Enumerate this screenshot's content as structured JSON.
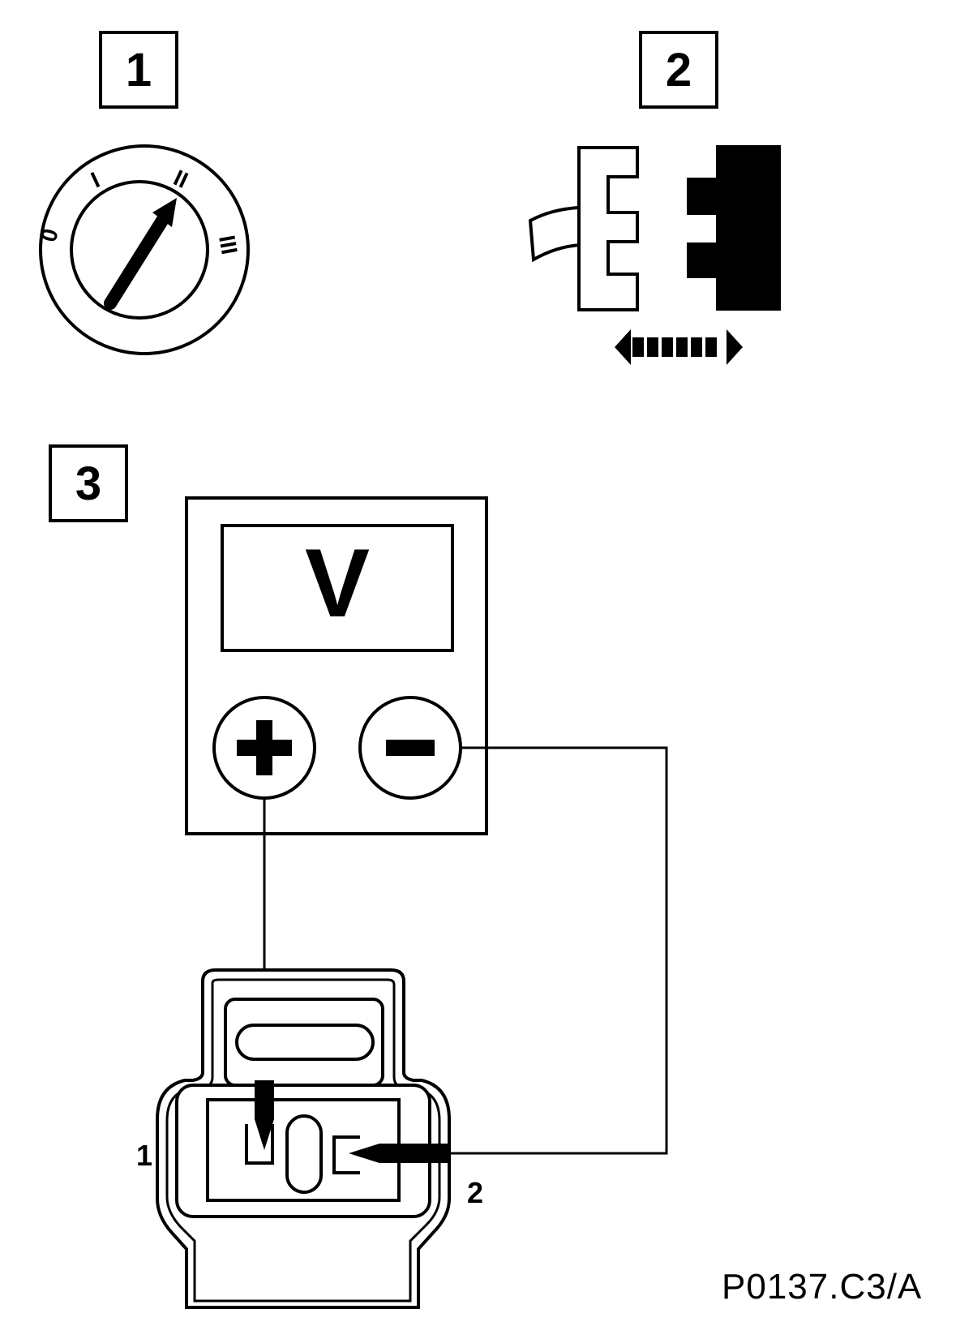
{
  "steps": [
    {
      "number": "1"
    },
    {
      "number": "2"
    },
    {
      "number": "3"
    }
  ],
  "ignition_switch": {
    "positions": [
      "0",
      "I",
      "II",
      "III"
    ]
  },
  "voltmeter": {
    "display": "V",
    "plus_symbol": "+",
    "minus_symbol": "−"
  },
  "connector": {
    "pin1_label": "1",
    "pin2_label": "2"
  },
  "reference_code": "P0137.C3/A",
  "colors": {
    "ink": "#000000",
    "paper": "#ffffff"
  }
}
